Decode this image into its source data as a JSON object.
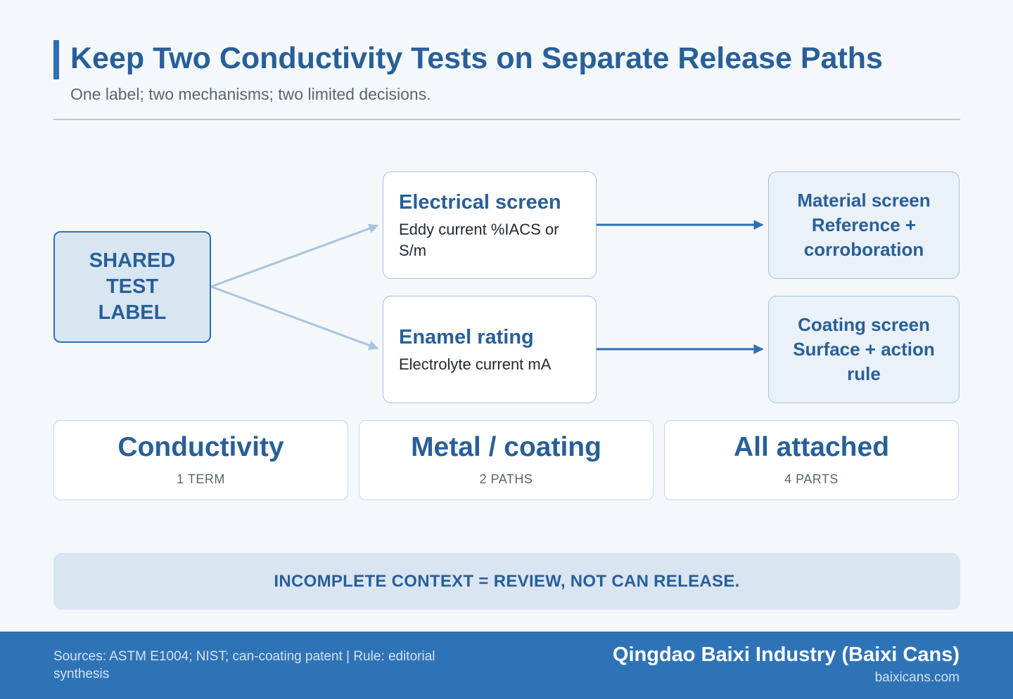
{
  "header": {
    "title": "Keep Two Conductivity Tests on Separate Release Paths",
    "subtitle": "One label; two mechanisms; two limited decisions."
  },
  "diagram": {
    "shared_label": "SHARED TEST LABEL",
    "electrical": {
      "title": "Electrical screen",
      "detail": "Eddy current %IACS or S/m"
    },
    "enamel": {
      "title": "Enamel rating",
      "detail": "Electrolyte current mA"
    },
    "material_outcome": "Material screen Reference + corroboration",
    "coating_outcome": "Coating screen Surface + action rule"
  },
  "stats": [
    {
      "value": "Conductivity",
      "caption": "1 TERM"
    },
    {
      "value": "Metal / coating",
      "caption": "2 PATHS"
    },
    {
      "value": "All attached",
      "caption": "4 PARTS"
    }
  ],
  "banner": "INCOMPLETE CONTEXT = REVIEW, NOT CAN RELEASE.",
  "footer": {
    "sources": "Sources: ASTM E1004; NIST; can-coating patent | Rule: editorial synthesis",
    "company": "Qingdao Baixi Industry (Baixi Cans)",
    "website": "baixicans.com"
  },
  "colors": {
    "accent": "#2f6fb4",
    "title": "#285f98",
    "fan_arrows": "#a9c4df",
    "footer_bg": "#2f73b7",
    "page_bg": "#f4f8fb"
  }
}
